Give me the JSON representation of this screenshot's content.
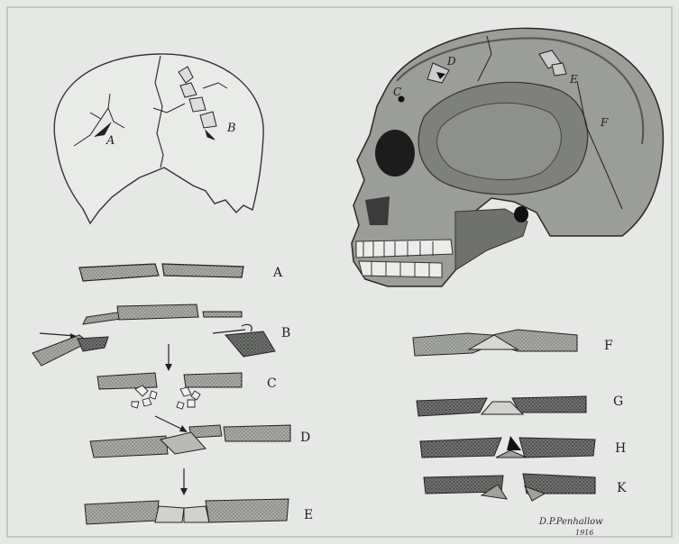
{
  "top_view": {
    "label_a": "A",
    "label_b": "B"
  },
  "skull": {
    "label_c": "C",
    "label_d": "D",
    "label_e": "E",
    "label_f": "F"
  },
  "sections": {
    "a": "A",
    "b": "B",
    "c": "C",
    "d": "D",
    "e": "E",
    "f": "F",
    "g": "G",
    "h": "H",
    "k": "K"
  },
  "signature": {
    "name": "D.P.Penhallow",
    "year": "1916"
  },
  "colors": {
    "bone": "#b0b3ae",
    "bone_dark": "#6c6f6b",
    "ink": "#1e1e1e",
    "paper": "#e6e8e6"
  }
}
